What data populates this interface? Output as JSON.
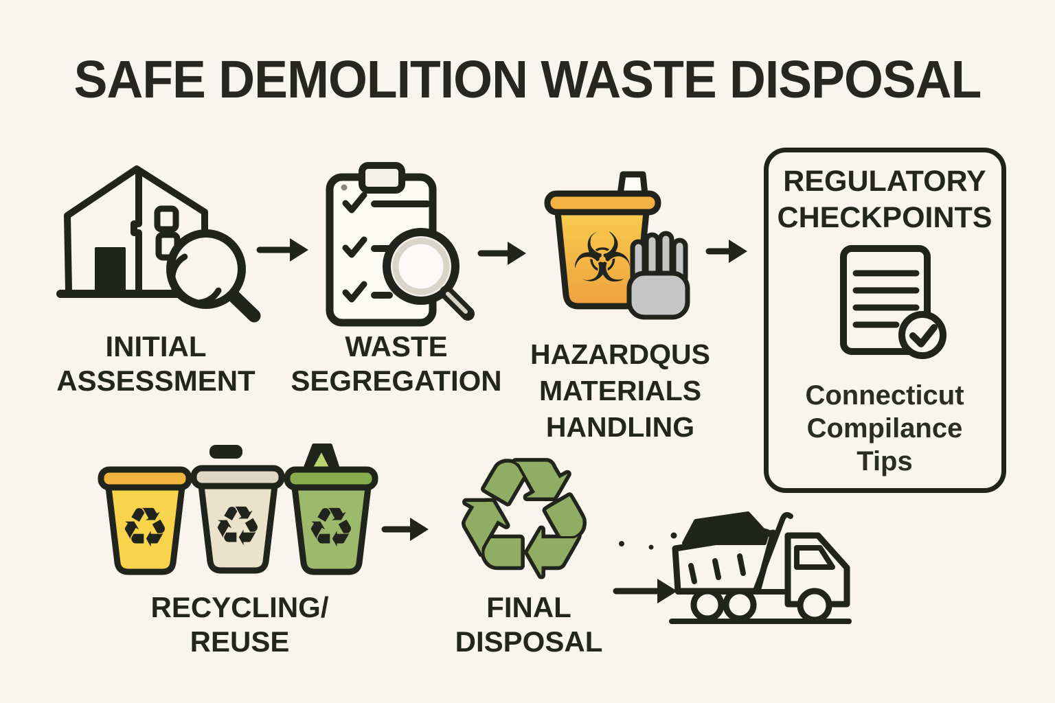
{
  "title": "SAFE DEMOLITION WASTE DISPOSAL",
  "steps": {
    "initial_assessment": {
      "lines": [
        "INITIAL",
        "ASSESSMENT"
      ]
    },
    "waste_segregation": {
      "lines": [
        "WASTE",
        "SEGREGATION"
      ]
    },
    "hazardous_materials": {
      "lines": [
        "HAZARDQUS",
        "MATERIALS",
        "HANDLING"
      ]
    },
    "recycling_reuse": {
      "lines": [
        "RECYCLING/",
        "REUSE"
      ]
    },
    "final_disposal": {
      "lines": [
        "FINAL",
        "DISPOSAL"
      ]
    }
  },
  "regulatory_box": {
    "title_lines": [
      "REGULATORY",
      "CHECKPOINTS"
    ],
    "body_lines": [
      "Connecticut",
      "Compilance",
      "Tips"
    ]
  },
  "icons": {
    "house_magnifier": "house-with-magnifying-glass",
    "checklist_magnifier": "checklist-with-magnifying-glass",
    "biohazard_bin_hand": "biohazard-bin-with-stop-hand",
    "document_check": "document-with-checkmark",
    "recycling_bins": "three-recycling-bins",
    "recycle_arrows": "circular-recycle-arrows",
    "dump_truck": "dump-truck",
    "biohazard_glyph": "☣",
    "recycle_glyph": "♻"
  },
  "colors": {
    "background": "#F7F5EE",
    "outline": "#20241C",
    "hazard_bin_top": "#F8CB4D",
    "hazard_bin_bottom": "#EFA13E",
    "hazard_bin_rim": "#F5B244",
    "hand_gray": "#C6C6C6",
    "bin_yellow": "#F8D34C",
    "bin_yellow_rim": "#F2B43F",
    "bin_cream": "#EAE2CB",
    "bin_cream_rim": "#DFD7C4",
    "bin_green": "#9DBA6C",
    "bin_green_rim": "#86AC4E",
    "bin_green_cap": "#B9D56D",
    "recycle_green": "#8FAE63"
  }
}
